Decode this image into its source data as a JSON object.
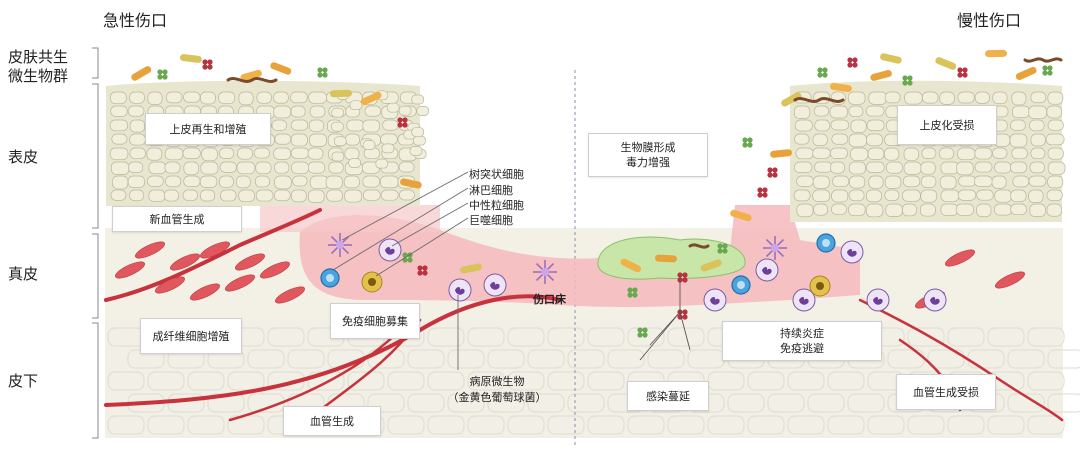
{
  "titles": {
    "acute": "急性伤口",
    "chronic": "慢性伤口"
  },
  "layers": {
    "microbiota_line1": "皮肤共生",
    "microbiota_line2": "微生物群",
    "epidermis": "表皮",
    "dermis": "真皮",
    "hypodermis": "皮下"
  },
  "acute": {
    "epidermal_regeneration": "上皮再生和增殖",
    "angiogenesis_top": "新血管生成",
    "fibroblast_proliferation": "成纤维细胞增殖",
    "immune_recruitment": "免疫细胞募集",
    "angiogenesis_bottom": "血管生成",
    "pathogen_line1": "病原微生物",
    "pathogen_line2": "（金黄色葡萄球菌）"
  },
  "cells": {
    "dendritic": "树突状细胞",
    "lymphocyte": "淋巴细胞",
    "neutrophil": "中性粒细胞",
    "macrophage": "巨噬细胞"
  },
  "wound_bed": "伤口床",
  "chronic": {
    "biofilm_line1": "生物膜形成",
    "biofilm_line2": "毒力增强",
    "epithelialization_impaired": "上皮化受损",
    "inflammation_line1": "持续炎症",
    "inflammation_line2": "免疫逃避",
    "infection_spread": "感染蔓延",
    "angiogenesis_impaired": "血管生成受损"
  },
  "colors": {
    "epidermis": "#e8e6cf",
    "dermis": "#f3f1e5",
    "hypodermis": "#f1efe6",
    "wound": "#f6b8bd",
    "vessel": "#c8323c",
    "fibroblast": "#e0575d",
    "biofilm": "#c8e6a8"
  }
}
